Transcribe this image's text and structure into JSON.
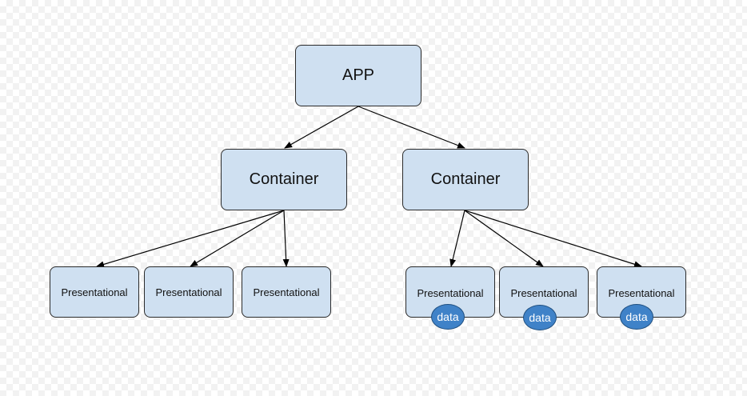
{
  "nodes": {
    "app": "APP",
    "container_left": "Container",
    "container_right": "Container",
    "pres_1": "Presentational",
    "pres_2": "Presentational",
    "pres_3": "Presentational",
    "pres_4": "Presentational",
    "pres_5": "Presentational",
    "pres_6": "Presentational"
  },
  "badges": {
    "data_1": "data",
    "data_2": "data",
    "data_3": "data"
  },
  "colors": {
    "node_fill": "#cfe0f1",
    "node_border": "#2b2b2b",
    "badge_fill": "#3f82c8",
    "arrow": "#000000"
  }
}
